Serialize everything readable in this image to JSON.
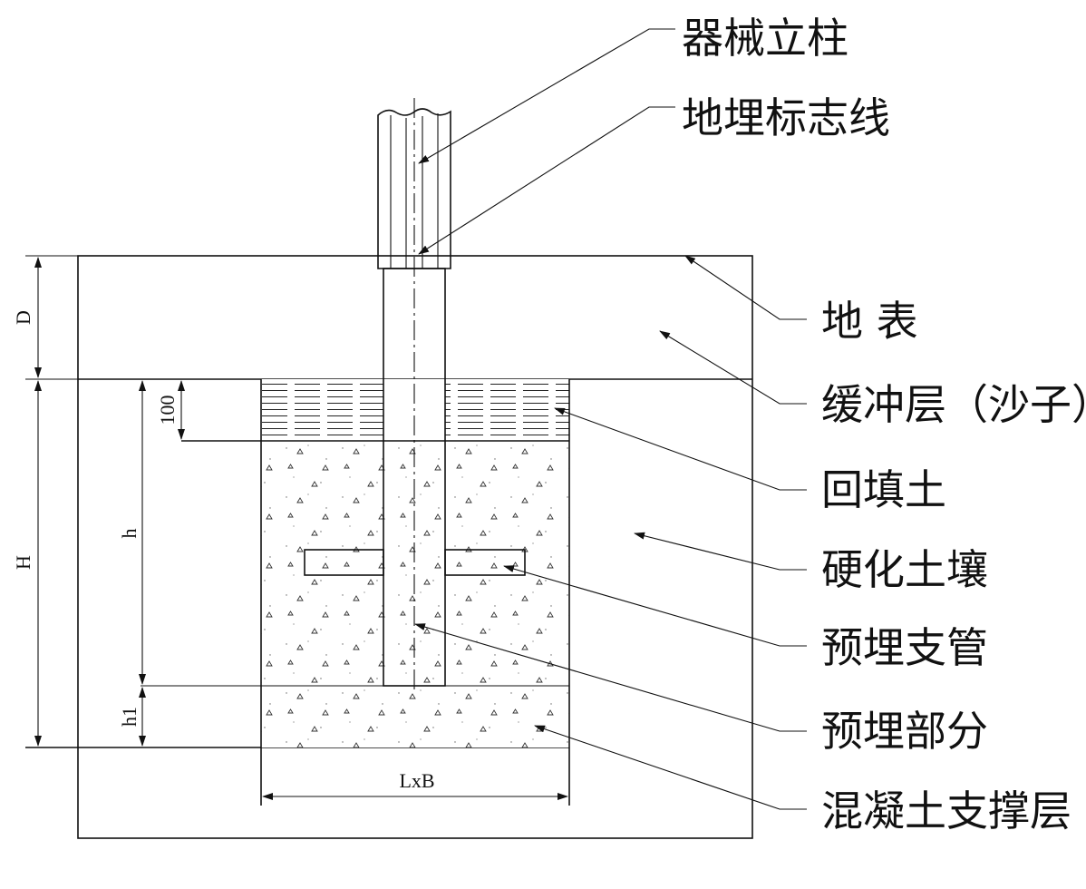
{
  "callouts": {
    "column": "器械立柱",
    "marker_line": "地埋标志线",
    "ground_surface": "地 表",
    "buffer_layer": "缓冲层（沙子）",
    "backfill": "回填土",
    "hardened_soil": "硬化土壤",
    "embedded_pipe": "预埋支管",
    "embedded_part": "预埋部分",
    "concrete_layer": "混凝土支撑层"
  },
  "dimensions": {
    "D": "D",
    "H": "H",
    "h": "h",
    "h1": "h1",
    "gap_100": "100",
    "LxB": "LxB"
  },
  "colors": {
    "line": "#111111",
    "background": "#ffffff"
  }
}
